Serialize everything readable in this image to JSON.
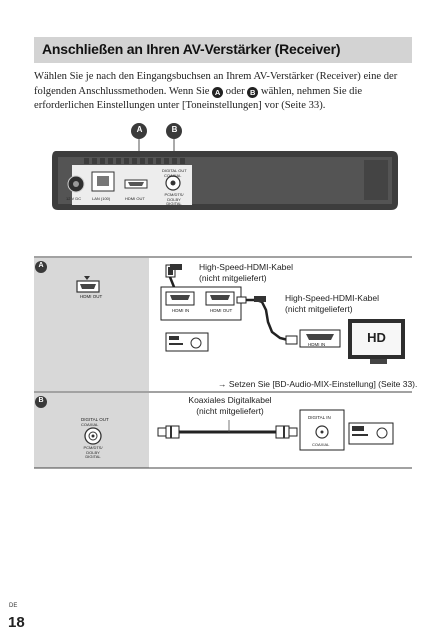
{
  "heading": "Anschließen an Ihren AV-Verstärker (Receiver)",
  "intro": {
    "part1": "Wählen Sie je nach den Eingangsbuchsen an Ihrem AV-Verstärker (Receiver) eine der folgenden Anschlussmethoden. Wenn Sie ",
    "or": " oder ",
    "part2": " wählen, nehmen Sie die erforderlichen Einstellungen unter [Toneinstellungen] vor (Seite 33)."
  },
  "markers": {
    "a": "A",
    "b": "B"
  },
  "player": {
    "lan": "LAN (100)",
    "hdmi_out": "HDMI OUT",
    "digital_out": "DIGITAL OUT",
    "coaxial": "COAXIAL",
    "coaxial_digital": "PCM/DTS/ DOLBY DIGITAL",
    "power_rating": "12 V DC"
  },
  "section_a": {
    "panel_hdmi_out": "HDMI OUT",
    "cable1": [
      "High-Speed-HDMI-Kabel",
      "(nicht mitgeliefert)"
    ],
    "cable2": [
      "High-Speed-HDMI-Kabel",
      "(nicht mitgeliefert)"
    ],
    "receiver_hdmi_in": "HDMI IN",
    "receiver_hdmi_out": "HDMI OUT",
    "tv_hdmi_in": "HDMI IN",
    "tv_label": "HD",
    "note": "Setzen Sie [BD-Audio-MIX-Einstellung] (Seite 33).",
    "arrow": "→"
  },
  "section_b": {
    "panel_digital_out": "DIGITAL OUT",
    "panel_coaxial": "COAXIAL",
    "panel_pcm": "PCM/DTS/ DOLBY DIGITAL",
    "cable": [
      "Koaxiales Digitalkabel",
      "(nicht mitgeliefert)"
    ],
    "receiver_digital_in": "DIGITAL IN",
    "receiver_coaxial": "COAXIAL"
  },
  "footer": {
    "lang": "DE",
    "page": "18"
  }
}
